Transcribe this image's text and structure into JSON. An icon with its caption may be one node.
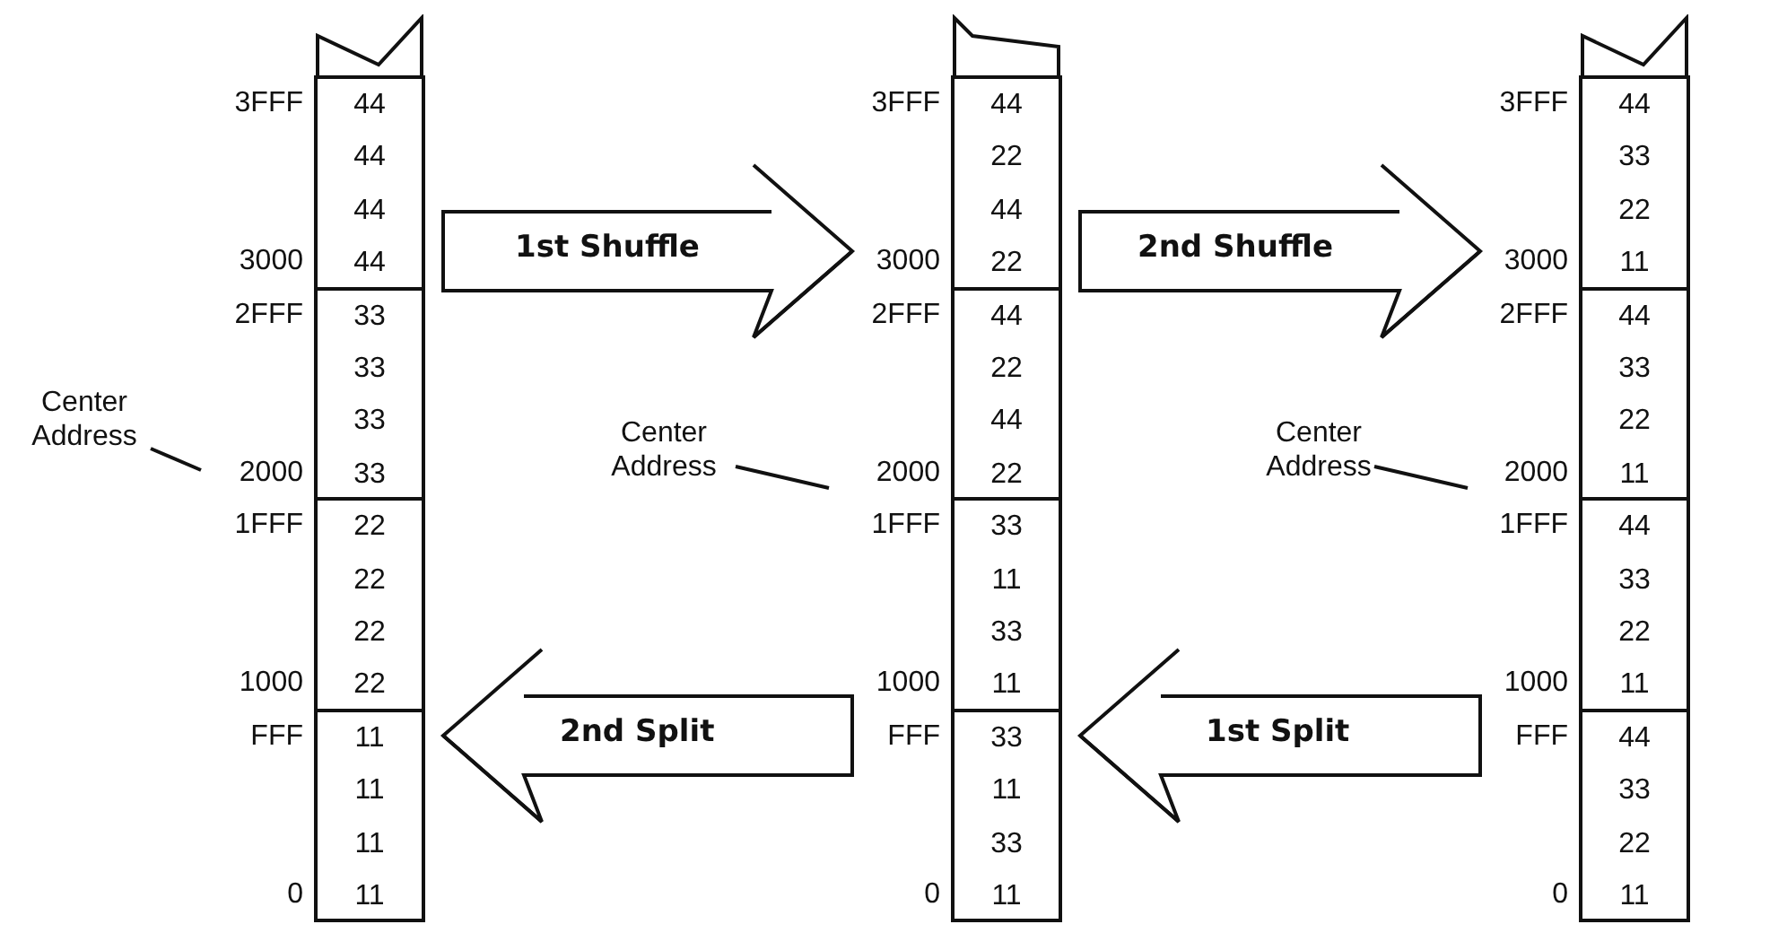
{
  "diagram": {
    "nodes": [
      {
        "text": [],
        "shape": "box"
      },
      {
        "text": [
          "44",
          "44",
          "44",
          "44"
        ],
        "in": 0
      },
      {
        "text": [
          "33",
          "33",
          "33",
          "33"
        ],
        "in": 0
      },
      {
        "text": [
          "22",
          "22",
          "22",
          "22"
        ],
        "in": 0
      },
      {
        "text": [
          "11",
          "11",
          "11",
          "11"
        ],
        "in": 0
      },
      {
        "text": [],
        "shape": "box"
      },
      {
        "text": [
          "44",
          "22",
          "44",
          "22"
        ],
        "in": 5
      },
      {
        "text": [
          "44",
          "22",
          "44",
          "22"
        ],
        "in": 5
      },
      {
        "text": [
          "33",
          "11",
          "33",
          "11"
        ],
        "in": 5
      },
      {
        "text": [
          "33",
          "11",
          "33",
          "11"
        ],
        "in": 5
      },
      {
        "text": [],
        "shape": "box"
      },
      {
        "text": [
          "44",
          "33",
          "22",
          "11"
        ],
        "in": 10
      },
      {
        "text": [
          "44",
          "33",
          "22",
          "11"
        ],
        "in": 10
      },
      {
        "text": [
          "44",
          "33",
          "22",
          "11"
        ],
        "in": 10
      },
      {
        "text": [
          "44",
          "33",
          "22",
          "11"
        ],
        "in": 10
      },
      {
        "text": [
          "Center Address"
        ]
      },
      {
        "text": [
          "Center Address"
        ]
      },
      {
        "text": [
          "Center Address"
        ]
      }
    ],
    "edges": [
      {
        "from": 0,
        "to": 5,
        "arrow": "to",
        "label": "1st Shuffle"
      },
      {
        "from": 5,
        "to": 10,
        "arrow": "to",
        "label": "2nd Shuffle"
      },
      {
        "from": 10,
        "to": 5,
        "arrow": "to",
        "label": "1st Split"
      },
      {
        "from": 5,
        "to": 0,
        "arrow": "to",
        "label": "2nd Split"
      },
      {
        "from": 15,
        "to": null,
        "arrow": "none"
      },
      {
        "from": 16,
        "to": null,
        "arrow": "none"
      },
      {
        "from": 17,
        "to": null,
        "arrow": "none"
      }
    ],
    "labels": [
      "3FFF",
      "3000",
      "2FFF",
      "2000",
      "1FFF",
      "1000",
      "FFF",
      "0",
      "3FFF",
      "3000",
      "2FFF",
      "2000",
      "1FFF",
      "1000",
      "FFF",
      "0",
      "3FFF",
      "3000",
      "2FFF",
      "2000",
      "1FFF",
      "1000",
      "FFF",
      "0"
    ]
  }
}
